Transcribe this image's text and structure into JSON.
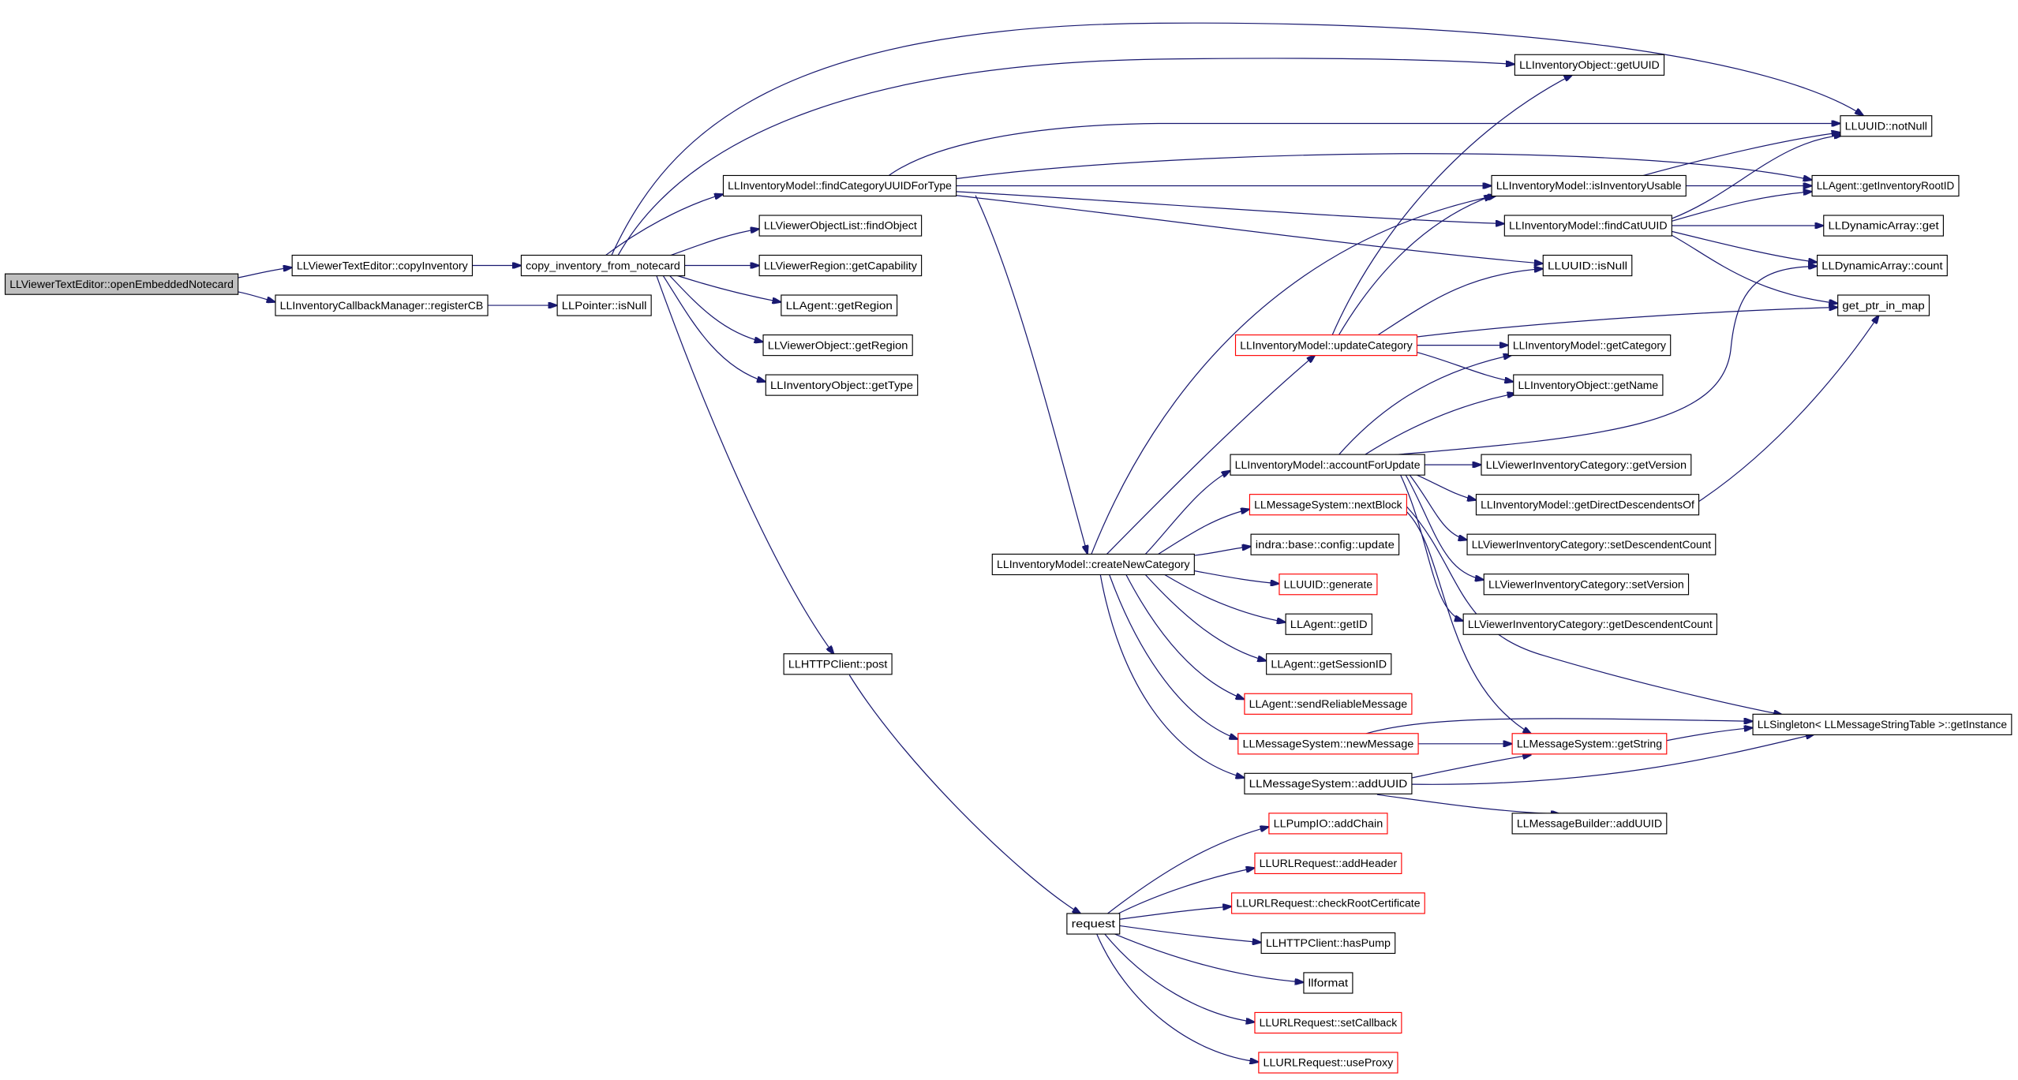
{
  "graph": {
    "edge_color": "#191970",
    "nodes": [
      {
        "label": "LLViewerTextEditor::openEmbeddedNotecard",
        "fill": "#bfbfbf"
      },
      {
        "label": "LLViewerTextEditor::copyInventory"
      },
      {
        "label": "LLInventoryCallbackManager::registerCB"
      },
      {
        "label": "copy_inventory_from_notecard"
      },
      {
        "label": "LLPointer::isNull"
      },
      {
        "label": "LLInventoryModel::findCategoryUUIDForType"
      },
      {
        "label": "LLViewerObjectList::findObject"
      },
      {
        "label": "LLViewerRegion::getCapability"
      },
      {
        "label": "LLAgent::getRegion"
      },
      {
        "label": "LLViewerObject::getRegion"
      },
      {
        "label": "LLInventoryObject::getType"
      },
      {
        "label": "LLHTTPClient::post"
      },
      {
        "label": "LLInventoryModel::createNewCategory"
      },
      {
        "label": "request"
      },
      {
        "label": "LLInventoryObject::getUUID"
      },
      {
        "label": "LLUUID::notNull"
      },
      {
        "label": "LLInventoryModel::isInventoryUsable"
      },
      {
        "label": "LLAgent::getInventoryRootID"
      },
      {
        "label": "LLInventoryModel::findCatUUID"
      },
      {
        "label": "LLDynamicArray::get"
      },
      {
        "label": "LLUUID::isNull"
      },
      {
        "label": "LLDynamicArray::count"
      },
      {
        "label": "get_ptr_in_map"
      },
      {
        "label": "LLInventoryModel::updateCategory",
        "border": "#ff0000"
      },
      {
        "label": "LLInventoryModel::getCategory"
      },
      {
        "label": "LLInventoryObject::getName"
      },
      {
        "label": "LLInventoryModel::accountForUpdate"
      },
      {
        "label": "LLViewerInventoryCategory::getVersion"
      },
      {
        "label": "LLMessageSystem::nextBlock",
        "border": "#ff0000"
      },
      {
        "label": "LLInventoryModel::getDirectDescendentsOf"
      },
      {
        "label": "indra::base::config::update"
      },
      {
        "label": "LLViewerInventoryCategory::setDescendentCount"
      },
      {
        "label": "LLUUID::generate",
        "border": "#ff0000"
      },
      {
        "label": "LLViewerInventoryCategory::setVersion"
      },
      {
        "label": "LLAgent::getID"
      },
      {
        "label": "LLViewerInventoryCategory::getDescendentCount"
      },
      {
        "label": "LLAgent::getSessionID"
      },
      {
        "label": "LLAgent::sendReliableMessage",
        "border": "#ff0000"
      },
      {
        "label": "LLMessageSystem::newMessage",
        "border": "#ff0000"
      },
      {
        "label": "LLMessageSystem::getString",
        "border": "#ff0000"
      },
      {
        "label": "LLSingleton< LLMessageStringTable >::getInstance"
      },
      {
        "label": "LLMessageSystem::addUUID"
      },
      {
        "label": "LLMessageBuilder::addUUID"
      },
      {
        "label": "LLPumpIO::addChain",
        "border": "#ff0000"
      },
      {
        "label": "LLURLRequest::addHeader",
        "border": "#ff0000"
      },
      {
        "label": "LLURLRequest::checkRootCertificate",
        "border": "#ff0000"
      },
      {
        "label": "LLHTTPClient::hasPump"
      },
      {
        "label": "llformat"
      },
      {
        "label": "LLURLRequest::setCallback",
        "border": "#ff0000"
      },
      {
        "label": "LLURLRequest::useProxy",
        "border": "#ff0000"
      }
    ],
    "edges": [
      [
        0,
        1
      ],
      [
        0,
        2
      ],
      [
        1,
        3
      ],
      [
        2,
        4
      ],
      [
        3,
        5
      ],
      [
        3,
        6
      ],
      [
        3,
        7
      ],
      [
        3,
        8
      ],
      [
        3,
        9
      ],
      [
        3,
        10
      ],
      [
        3,
        11
      ],
      [
        3,
        14
      ],
      [
        3,
        15
      ],
      [
        5,
        15
      ],
      [
        5,
        17
      ],
      [
        5,
        16
      ],
      [
        5,
        18
      ],
      [
        5,
        20
      ],
      [
        5,
        12
      ],
      [
        11,
        13
      ],
      [
        12,
        16
      ],
      [
        12,
        23
      ],
      [
        12,
        26
      ],
      [
        12,
        28
      ],
      [
        12,
        30
      ],
      [
        12,
        32
      ],
      [
        12,
        34
      ],
      [
        12,
        36
      ],
      [
        12,
        37
      ],
      [
        12,
        38
      ],
      [
        12,
        41
      ],
      [
        23,
        14
      ],
      [
        23,
        16
      ],
      [
        23,
        20
      ],
      [
        23,
        24
      ],
      [
        23,
        25
      ],
      [
        23,
        22
      ],
      [
        26,
        24
      ],
      [
        26,
        25
      ],
      [
        26,
        21
      ],
      [
        26,
        27
      ],
      [
        26,
        29
      ],
      [
        26,
        31
      ],
      [
        26,
        33
      ],
      [
        26,
        35
      ],
      [
        28,
        39
      ],
      [
        28,
        40
      ],
      [
        16,
        15
      ],
      [
        16,
        17
      ],
      [
        18,
        15
      ],
      [
        18,
        17
      ],
      [
        18,
        19
      ],
      [
        18,
        21
      ],
      [
        18,
        22
      ],
      [
        29,
        22
      ],
      [
        38,
        39
      ],
      [
        38,
        40
      ],
      [
        39,
        40
      ],
      [
        41,
        39
      ],
      [
        41,
        40
      ],
      [
        41,
        42
      ],
      [
        13,
        43
      ],
      [
        13,
        44
      ],
      [
        13,
        45
      ],
      [
        13,
        46
      ],
      [
        13,
        47
      ],
      [
        13,
        48
      ],
      [
        13,
        49
      ]
    ]
  }
}
